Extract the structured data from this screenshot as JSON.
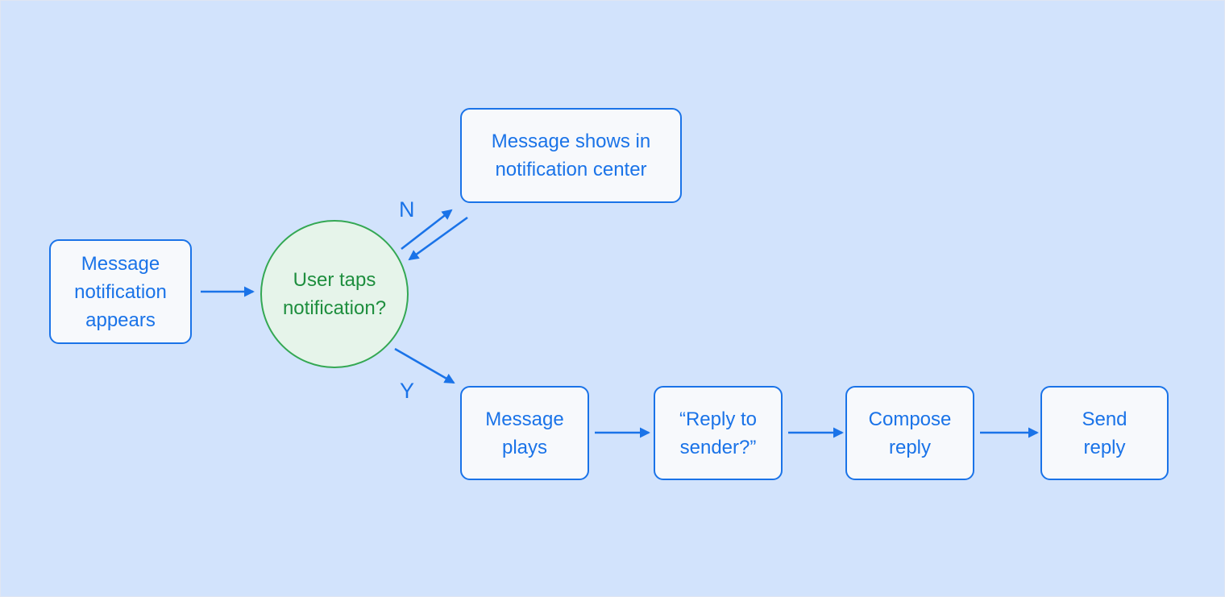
{
  "diagram": {
    "background_color": "#d2e3fc",
    "colors": {
      "accent_blue": "#1a73e8",
      "node_fill": "#f7f9fc",
      "decision_fill": "#e6f4ea",
      "decision_border_green": "#34a853",
      "decision_text_green": "#1e8e3e"
    },
    "nodes": {
      "start": {
        "label": "Message notification appears",
        "lines": [
          "Message",
          "notification",
          "appears"
        ],
        "shape": "rounded-rect"
      },
      "decision": {
        "label": "User taps notification?",
        "lines": [
          "User taps",
          "notification?"
        ],
        "shape": "circle"
      },
      "notification_center": {
        "label": "Message shows in notification center",
        "lines": [
          "Message shows in",
          "notification center"
        ],
        "shape": "rounded-rect"
      },
      "message_plays": {
        "label": "Message plays",
        "lines": [
          "Message",
          "plays"
        ],
        "shape": "rounded-rect"
      },
      "reply_prompt": {
        "label": "“Reply to sender?”",
        "lines": [
          "“Reply to",
          "sender?”"
        ],
        "shape": "rounded-rect"
      },
      "compose_reply": {
        "label": "Compose reply",
        "lines": [
          "Compose",
          "reply"
        ],
        "shape": "rounded-rect"
      },
      "send_reply": {
        "label": "Send reply",
        "lines": [
          "Send",
          "reply"
        ],
        "shape": "rounded-rect"
      }
    },
    "edge_labels": {
      "no": "N",
      "yes": "Y"
    },
    "edges": [
      {
        "from": "start",
        "to": "decision"
      },
      {
        "from": "decision",
        "to": "notification_center",
        "label": "N"
      },
      {
        "from": "notification_center",
        "to": "decision"
      },
      {
        "from": "decision",
        "to": "message_plays",
        "label": "Y"
      },
      {
        "from": "message_plays",
        "to": "reply_prompt"
      },
      {
        "from": "reply_prompt",
        "to": "compose_reply"
      },
      {
        "from": "compose_reply",
        "to": "send_reply"
      }
    ]
  }
}
